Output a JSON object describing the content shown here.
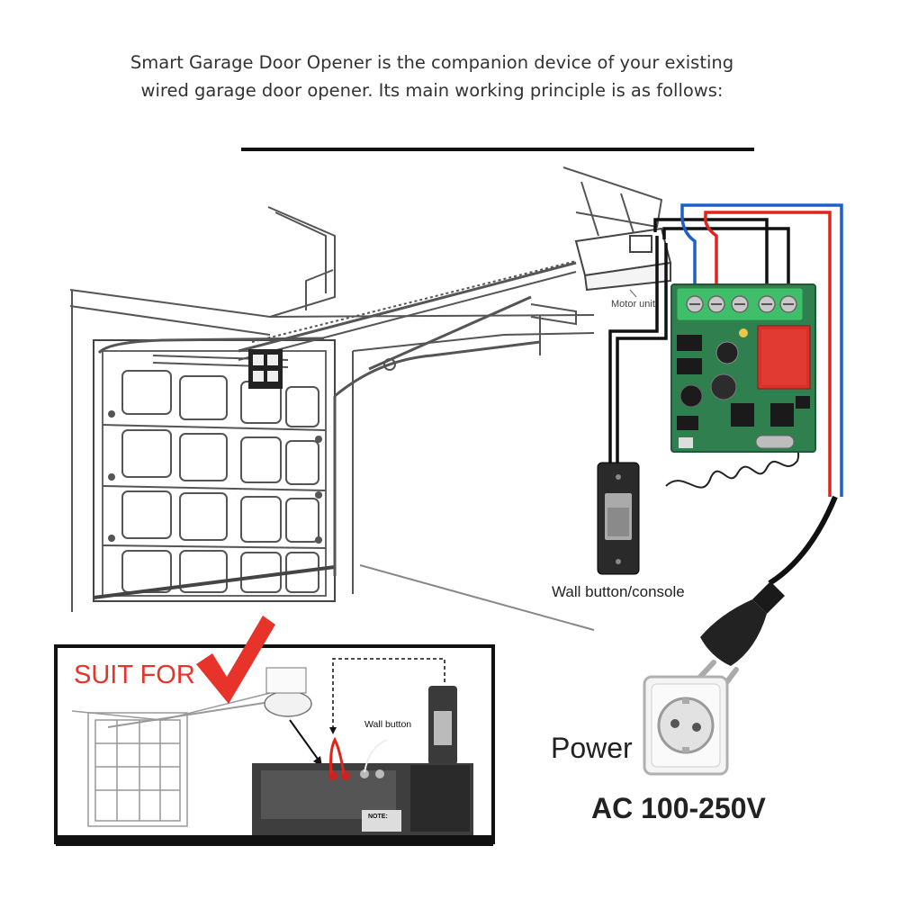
{
  "intro": {
    "line1": "Smart Garage Door Opener is the companion device of your existing",
    "line2": "wired garage door opener. Its main working principle is as follows:"
  },
  "labels": {
    "motor_unit": "Motor unit",
    "wall_button_console": "Wall button/console",
    "power": "Power",
    "voltage": "AC 100-250V",
    "suit_for": "SUIT FOR",
    "wall_button": "Wall button",
    "note_plate": "NOTE:"
  },
  "colors": {
    "wire_red": "#e2231a",
    "wire_blue": "#1f5fc8",
    "wire_black": "#111111",
    "pcb_green": "#2f7f4f",
    "terminal_green": "#3fbf6a",
    "checkmark_red": "#e8332b"
  },
  "icons": [
    "checkmark-icon",
    "power-plug-icon",
    "wall-socket-icon",
    "relay-module-icon",
    "wall-button-icon",
    "motor-unit-icon"
  ]
}
